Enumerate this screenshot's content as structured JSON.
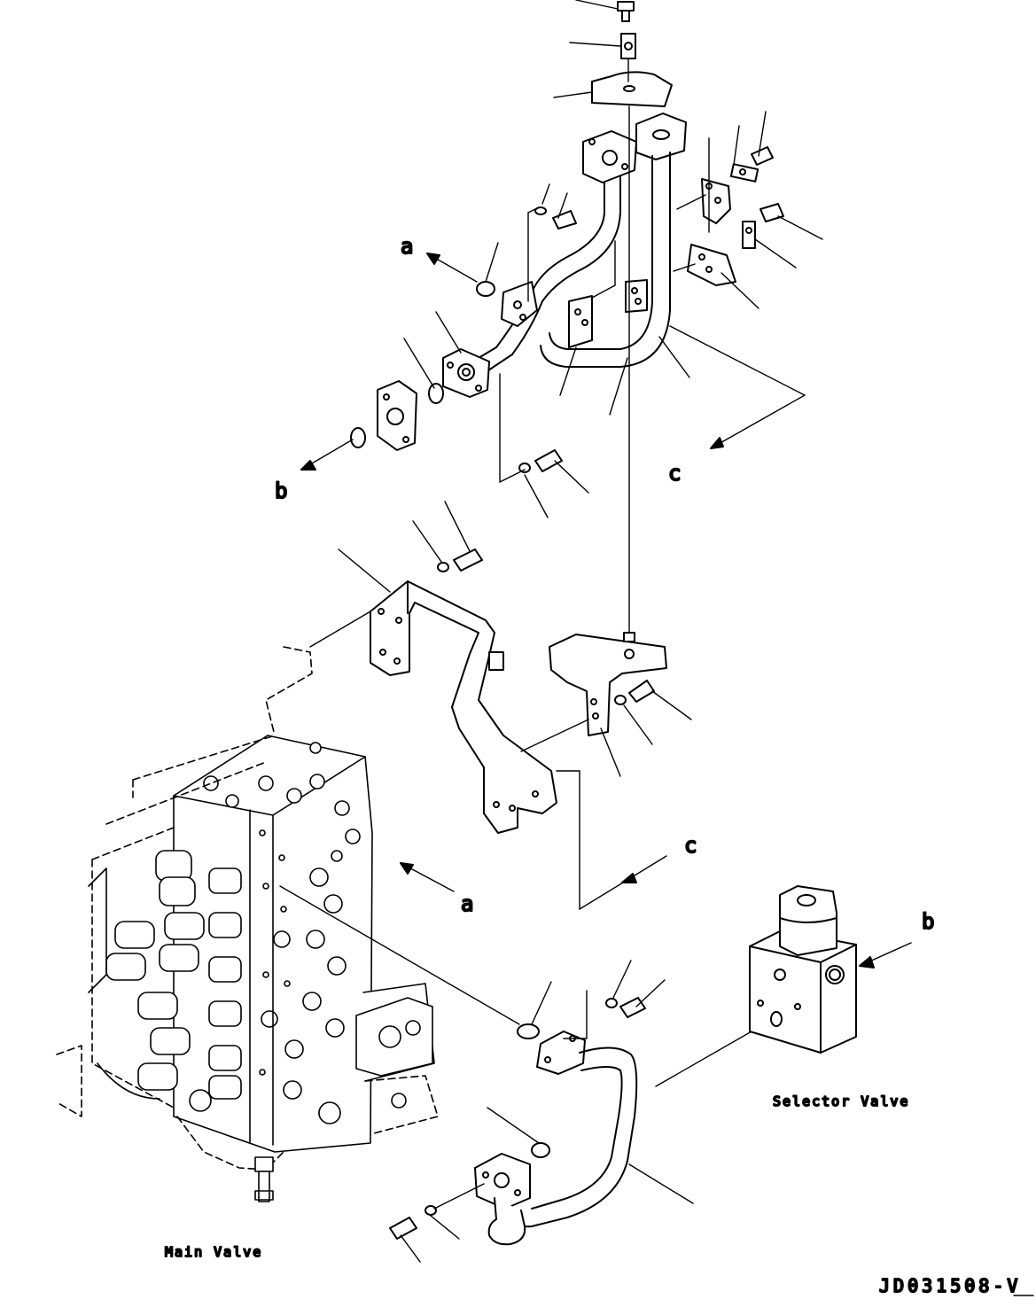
{
  "labels": {
    "a_top": "a",
    "b_top": "b",
    "c_top": "c",
    "c_mid": "c",
    "a_mid": "a",
    "b_right": "b"
  },
  "captions": {
    "selector_valve": "Selector Valve",
    "main_valve": "Main Valve"
  },
  "drawing_code": "JD031508-V",
  "colors": {
    "ink": "#000000",
    "paper": "#ffffff"
  }
}
